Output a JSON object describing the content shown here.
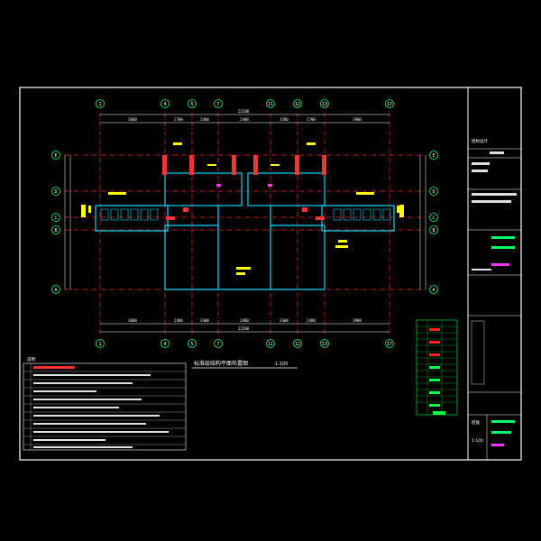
{
  "colors": {
    "background": "#000000",
    "frame": "#ffffff",
    "grid_axis": "#ff2a2a",
    "dimension": "#ffffff",
    "axis_bubble": "#00ff66",
    "wall": "#00d8ff",
    "column": "#ff3333",
    "annotation": "#ffff00",
    "table_green": "#00ff44",
    "table_red": "#ff2020",
    "notes_red": "#ff3030",
    "title_magenta": "#ff33ff",
    "titleblock_green": "#00ff66"
  },
  "drawing": {
    "title": "标准层结构平面布置图",
    "scale": "1:100"
  },
  "axes": {
    "top": [
      "1",
      "4",
      "5",
      "7",
      "11",
      "12",
      "13",
      "17"
    ],
    "bottom": [
      "1",
      "4",
      "5",
      "7",
      "11",
      "12",
      "13",
      "17"
    ],
    "left": [
      "E",
      "D",
      "C",
      "B",
      "A"
    ],
    "right": [
      "E",
      "D",
      "C",
      "B",
      "A"
    ]
  },
  "dimensions": {
    "top_overall": "22200",
    "top_segments": [
      "3600",
      "2700",
      "2400",
      "2400",
      "1500",
      "2700",
      "3900"
    ],
    "bottom_overall": "22200",
    "bottom_segments": [
      "3600",
      "2400",
      "2400",
      "2400",
      "2400",
      "2400",
      "3900"
    ]
  },
  "notes": {
    "heading": "说明:"
  },
  "titleblock": {
    "header": "结构设计",
    "drawing_no_label": "结施",
    "scale_label": "1:100"
  }
}
